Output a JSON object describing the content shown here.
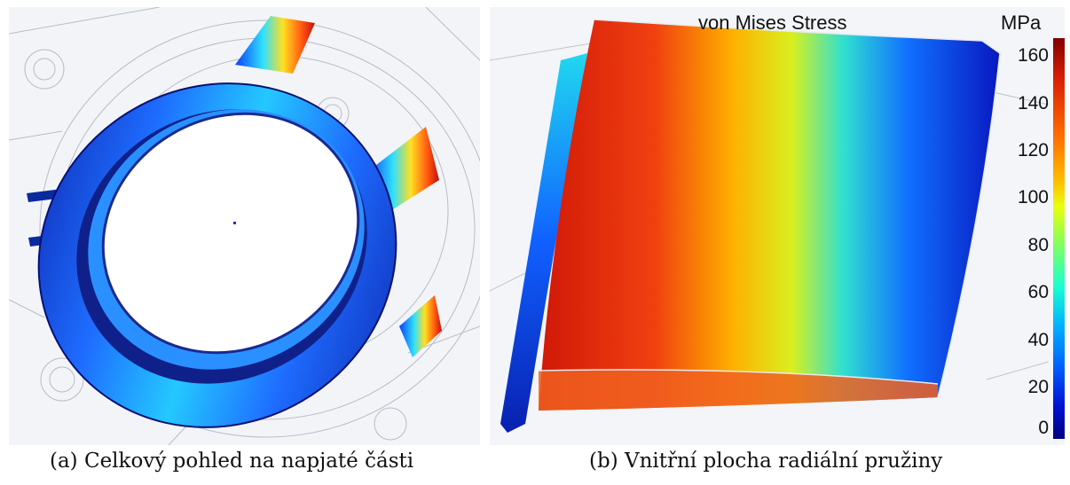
{
  "captions": {
    "a": "(a) Celkový pohled na napjaté části",
    "b": "(b) Vnitřní plocha radiální pružiny"
  },
  "plot_b": {
    "title": "von Mises Stress",
    "unit": "MPa",
    "colorbar_ticks": [
      "160",
      "140",
      "120",
      "100",
      "80",
      "60",
      "40",
      "20",
      "0"
    ],
    "colormap": [
      "#800000",
      "#ff0000",
      "#ffa500",
      "#ffff00",
      "#00ffff",
      "#0000ff",
      "#000080"
    ]
  }
}
